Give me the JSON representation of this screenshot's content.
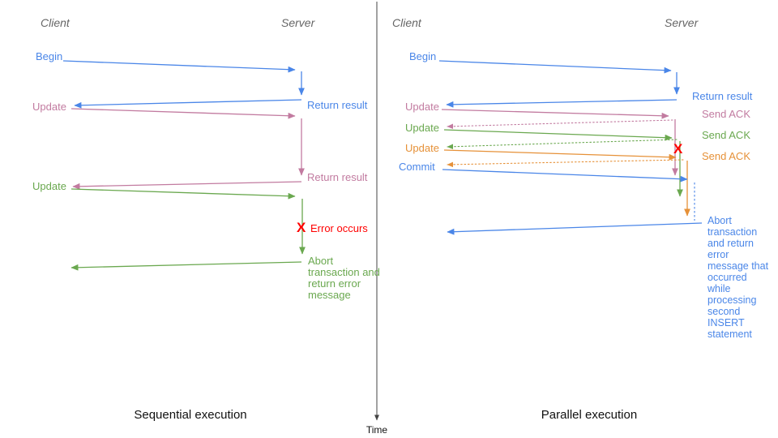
{
  "colors": {
    "blue": "#4a86e8",
    "pink": "#c27ba0",
    "green": "#6aa84f",
    "orange": "#e69138",
    "red": "#ff0000",
    "header_gray": "#666666",
    "axis": "#444444",
    "text_black": "#111111"
  },
  "axis": {
    "time_label": "Time"
  },
  "panels": {
    "left": {
      "client_header": "Client",
      "server_header": "Server",
      "caption": "Sequential execution",
      "labels": {
        "begin": "Begin",
        "return_result_1": "Return result",
        "update_1": "Update",
        "return_result_2": "Return result",
        "update_2": "Update",
        "error_mark": "X",
        "error_occurs": "Error occurs",
        "abort": "Abort transaction and return error message"
      }
    },
    "right": {
      "client_header": "Client",
      "server_header": "Server",
      "caption": "Parallel execution",
      "labels": {
        "begin": "Begin",
        "return_result": "Return result",
        "update_1": "Update",
        "send_ack_1": "Send ACK",
        "update_2": "Update",
        "send_ack_2": "Send ACK",
        "update_3": "Update",
        "send_ack_3": "Send ACK",
        "commit": "Commit",
        "error_mark": "X",
        "abort": "Abort transaction and return error message that occurred while processing second INSERT statement"
      }
    }
  }
}
